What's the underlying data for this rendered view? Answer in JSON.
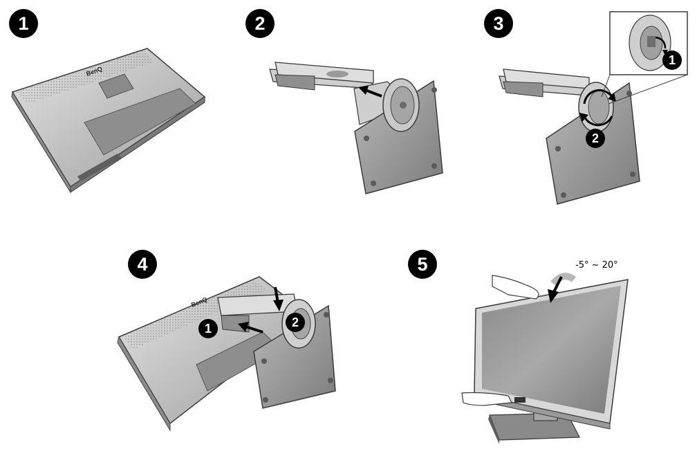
{
  "steps": [
    {
      "number": "1"
    },
    {
      "number": "2"
    },
    {
      "number": "3",
      "callouts": [
        "1",
        "2"
      ]
    },
    {
      "number": "4",
      "callouts": [
        "1",
        "2"
      ]
    },
    {
      "number": "5",
      "tilt_range": "-5° ~ 20°"
    }
  ],
  "logo_text": "BenQ",
  "colors": {
    "badge": "#000000",
    "body_light": "#d6d6d6",
    "body_mid": "#a9a9a9",
    "body_dark": "#6e6e6e",
    "outline": "#3a3a3a"
  }
}
